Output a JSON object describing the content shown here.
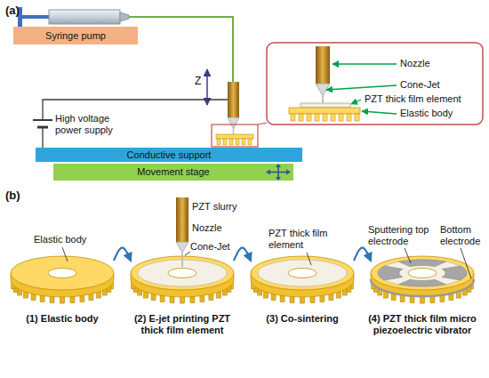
{
  "diagram": {
    "nodes": [
      {
        "text": [
          "Syringe pump"
        ]
      },
      {
        "text": [
          "Conductive support"
        ]
      },
      {
        "text": [
          "Movement stage"
        ]
      },
      {
        "text": [
          "(1) Elastic body"
        ]
      },
      {
        "text": [
          "(2) E-jet printing PZT thick film element"
        ]
      },
      {
        "text": [
          "(3) Co-sintering"
        ]
      },
      {
        "text": [
          "(4) PZT thick film micro piezoelectric vibrator"
        ]
      }
    ],
    "edges": [
      {
        "from": 3,
        "to": 4,
        "arrow": "to"
      },
      {
        "from": 4,
        "to": 5,
        "arrow": "to"
      },
      {
        "from": 5,
        "to": 6,
        "arrow": "to"
      }
    ],
    "labels": [
      "(a)",
      "Z",
      "High voltage power supply",
      "Nozzle",
      "Cone-Jet",
      "PZT thick film element",
      "Elastic body",
      "(b)",
      "Elastic body",
      "PZT slurry",
      "Nozzle",
      "Cone-Jet",
      "PZT thick film element",
      "Sputtering top electrode",
      "Bottom electrode"
    ]
  }
}
